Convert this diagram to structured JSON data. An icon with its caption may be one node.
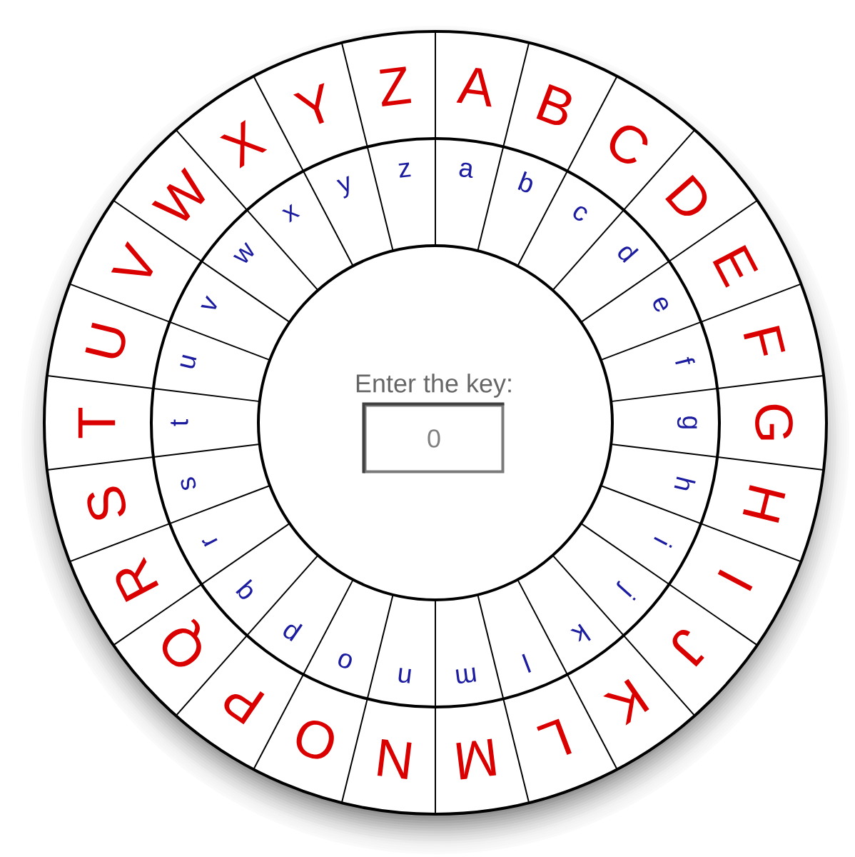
{
  "diagram": {
    "nodes": [
      {
        "text": [
          "A"
        ]
      },
      {
        "text": [
          "B"
        ]
      },
      {
        "text": [
          "C"
        ]
      },
      {
        "text": [
          "D"
        ]
      },
      {
        "text": [
          "E"
        ]
      },
      {
        "text": [
          "F"
        ]
      },
      {
        "text": [
          "G"
        ]
      },
      {
        "text": [
          "H"
        ]
      },
      {
        "text": [
          "I"
        ]
      },
      {
        "text": [
          "J"
        ]
      },
      {
        "text": [
          "K"
        ]
      },
      {
        "text": [
          "L"
        ]
      },
      {
        "text": [
          "M"
        ]
      },
      {
        "text": [
          "N"
        ]
      },
      {
        "text": [
          "O"
        ]
      },
      {
        "text": [
          "P"
        ]
      },
      {
        "text": [
          "Q"
        ]
      },
      {
        "text": [
          "R"
        ]
      },
      {
        "text": [
          "S"
        ]
      },
      {
        "text": [
          "T"
        ]
      },
      {
        "text": [
          "U"
        ]
      },
      {
        "text": [
          "V"
        ]
      },
      {
        "text": [
          "W"
        ]
      },
      {
        "text": [
          "X"
        ]
      },
      {
        "text": [
          "Y"
        ]
      },
      {
        "text": [
          "Z"
        ]
      },
      {
        "text": [
          "a"
        ]
      },
      {
        "text": [
          "b"
        ]
      },
      {
        "text": [
          "c"
        ]
      },
      {
        "text": [
          "d"
        ]
      },
      {
        "text": [
          "e"
        ]
      },
      {
        "text": [
          "f"
        ]
      },
      {
        "text": [
          "g"
        ]
      },
      {
        "text": [
          "h"
        ]
      },
      {
        "text": [
          "i"
        ]
      },
      {
        "text": [
          "j"
        ]
      },
      {
        "text": [
          "k"
        ]
      },
      {
        "text": [
          "l"
        ]
      },
      {
        "text": [
          "m"
        ]
      },
      {
        "text": [
          "n"
        ]
      },
      {
        "text": [
          "o"
        ]
      },
      {
        "text": [
          "p"
        ]
      },
      {
        "text": [
          "q"
        ]
      },
      {
        "text": [
          "r"
        ]
      },
      {
        "text": [
          "s"
        ]
      },
      {
        "text": [
          "t"
        ]
      },
      {
        "text": [
          "u"
        ]
      },
      {
        "text": [
          "v"
        ]
      },
      {
        "text": [
          "w"
        ]
      },
      {
        "text": [
          "x"
        ]
      },
      {
        "text": [
          "y"
        ]
      },
      {
        "text": [
          "z"
        ]
      },
      {
        "text": [
          "Enter the key:"
        ]
      },
      {
        "text": [
          "0"
        ],
        "in": 52
      }
    ]
  }
}
